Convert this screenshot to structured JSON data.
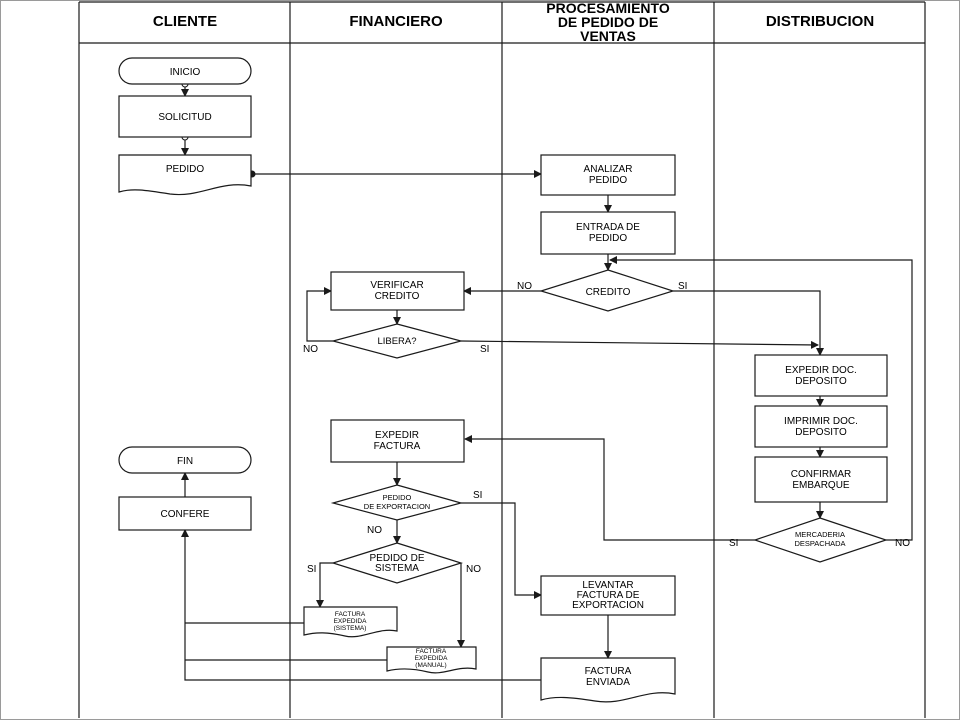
{
  "lanes": [
    {
      "id": "cliente",
      "label": [
        "CLIENTE"
      ]
    },
    {
      "id": "financiero",
      "label": [
        "FINANCIERO"
      ]
    },
    {
      "id": "procesamiento",
      "label": [
        "PROCESAMIENTO",
        "DE PEDIDO DE",
        "VENTAS"
      ]
    },
    {
      "id": "distribucion",
      "label": [
        "DISTRIBUCION"
      ]
    }
  ],
  "nodes": {
    "inicio": [
      "INICIO"
    ],
    "solicitud": [
      "SOLICITUD"
    ],
    "pedido": [
      "PEDIDO"
    ],
    "fin": [
      "FIN"
    ],
    "confere": [
      "CONFERE"
    ],
    "verificar_credito": [
      "VERIFICAR",
      "CREDITO"
    ],
    "libera": [
      "LIBERA?"
    ],
    "expedir_factura": [
      "EXPEDIR",
      "FACTURA"
    ],
    "pedido_exportacion": [
      "PEDIDO",
      "DE EXPORTACION"
    ],
    "pedido_sistema": [
      "PEDIDO DE",
      "SISTEMA"
    ],
    "factura_sistema": [
      "FACTURA",
      "EXPEDIDA",
      "(SISTEMA)"
    ],
    "factura_manual": [
      "FACTURA",
      "EXPEDIDA",
      "(MANUAL)"
    ],
    "analizar_pedido": [
      "ANALIZAR",
      "PEDIDO"
    ],
    "entrada_pedido": [
      "ENTRADA DE",
      "PEDIDO"
    ],
    "credito": [
      "CREDITO"
    ],
    "levantar_factura": [
      "LEVANTAR",
      "FACTURA DE",
      "EXPORTACION"
    ],
    "factura_enviada": [
      "FACTURA",
      "ENVIADA"
    ],
    "expedir_doc": [
      "EXPEDIR DOC.",
      "DEPOSITO"
    ],
    "imprimir_doc": [
      "IMPRIMIR DOC.",
      "DEPOSITO"
    ],
    "confirmar_embarque": [
      "CONFIRMAR",
      "EMBARQUE"
    ],
    "mercaderia": [
      "MERCADERIA",
      "DESPACHADA"
    ]
  },
  "edge_labels": {
    "credito_no": "NO",
    "credito_si": "SI",
    "libera_no": "NO",
    "libera_si": "SI",
    "exportacion_si": "SI",
    "exportacion_no": "NO",
    "sistema_si": "SI",
    "sistema_no": "NO",
    "mercaderia_si": "SI",
    "mercaderia_no": "NO"
  },
  "colors": {
    "line": "#1a1a1a",
    "shape_fill": "#ffffff",
    "header_fill": "#ffffff",
    "frame": "#9a9a9a"
  }
}
